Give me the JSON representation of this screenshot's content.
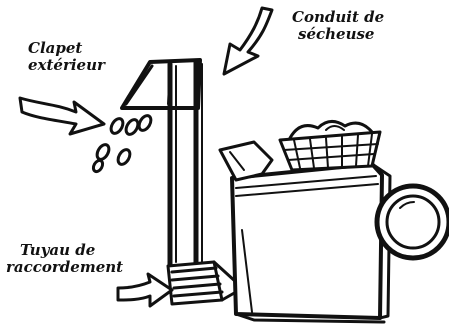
{
  "labels": {
    "clapet": {
      "line1": "Clapet",
      "line2": "extérieur"
    },
    "conduit": {
      "line1": "Conduit de",
      "line2": "sécheuse"
    },
    "tuyau": {
      "line1": "Tuyau de",
      "line2": "raccordement"
    }
  },
  "style": {
    "ink": "#111111",
    "background": "#ffffff"
  }
}
